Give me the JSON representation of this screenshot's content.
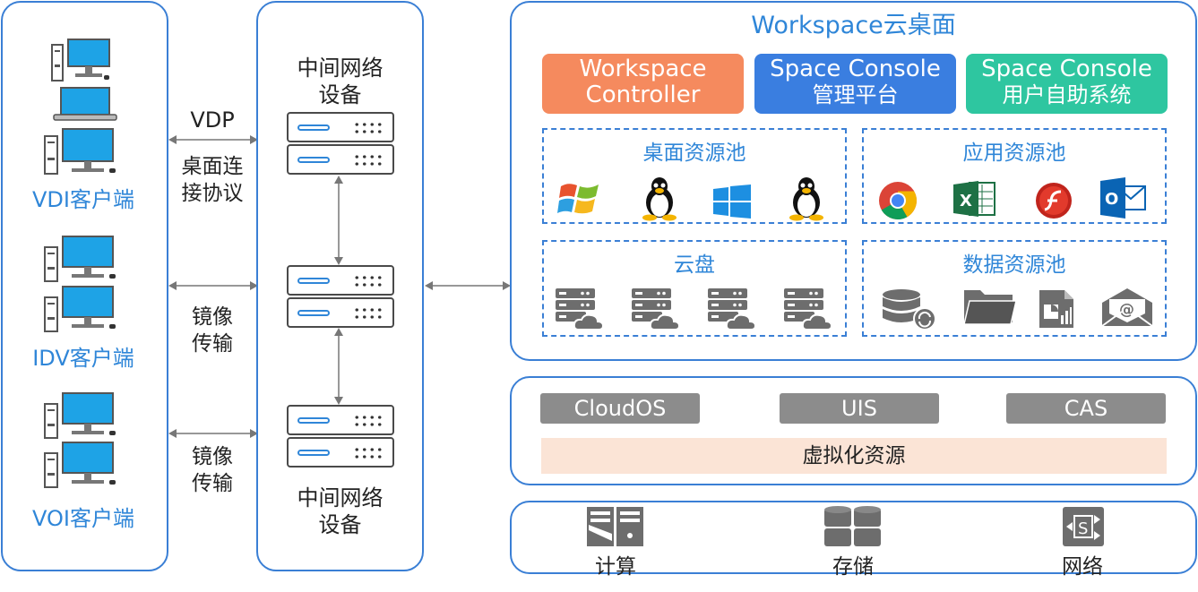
{
  "clients": {
    "vdi_label": "VDI客户端",
    "idv_label": "IDV客户端",
    "voi_label": "VOI客户端"
  },
  "protocols": {
    "vdp_label": "VDP",
    "vdp_desc_line1": "桌面连",
    "vdp_desc_line2": "接协议",
    "mirror1_line1": "镜像",
    "mirror1_line2": "传输",
    "mirror2_line1": "镜像",
    "mirror2_line2": "传输"
  },
  "network": {
    "top_label_line1": "中间网络",
    "top_label_line2": "设备",
    "bottom_label_line1": "中间网络",
    "bottom_label_line2": "设备"
  },
  "workspace": {
    "title": "Workspace云桌面",
    "controller_line1": "Workspace",
    "controller_line2": "Controller",
    "console_mgmt_line1": "Space Console",
    "console_mgmt_line2": "管理平台",
    "console_self_line1": "Space Console",
    "console_self_line2": "用户自助系统",
    "desktop_pool": "桌面资源池",
    "app_pool": "应用资源池",
    "cloud_disk": "云盘",
    "data_pool": "数据资源池"
  },
  "virtualization": {
    "cloudos": "CloudOS",
    "uis": "UIS",
    "cas": "CAS",
    "resource": "虚拟化资源"
  },
  "infrastructure": {
    "compute": "计算",
    "storage": "存储",
    "network": "网络"
  },
  "colors": {
    "border_blue": "#3a7fd5",
    "text_blue": "#2f86d8",
    "controller": "#f58a5e",
    "console_mgmt": "#3a7ee0",
    "console_self": "#2ec6a0",
    "grey_button": "#8c8c8c",
    "virt_resource_bg": "#fbe4d6"
  }
}
